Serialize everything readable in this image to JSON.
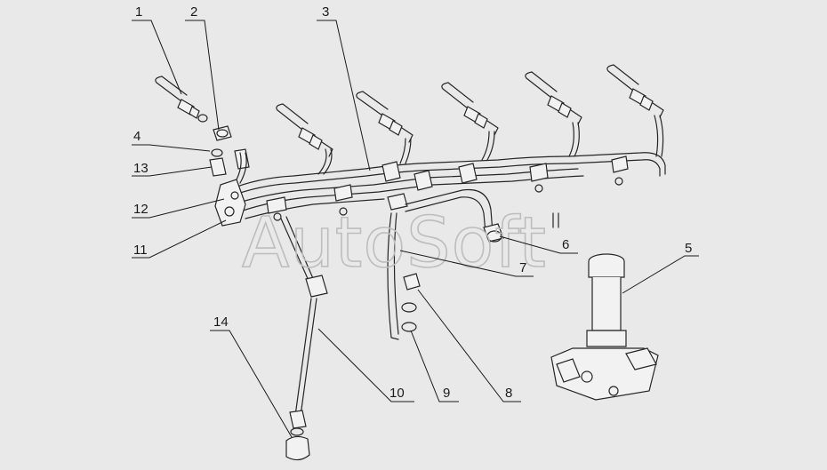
{
  "diagram": {
    "watermark": "AutoSoft",
    "callouts": [
      {
        "label": "1"
      },
      {
        "label": "2"
      },
      {
        "label": "3"
      },
      {
        "label": "4"
      },
      {
        "label": "13"
      },
      {
        "label": "12"
      },
      {
        "label": "11"
      },
      {
        "label": "5"
      },
      {
        "label": "6"
      },
      {
        "label": "7"
      },
      {
        "label": "14"
      },
      {
        "label": "10"
      },
      {
        "label": "9"
      },
      {
        "label": "8"
      }
    ]
  }
}
